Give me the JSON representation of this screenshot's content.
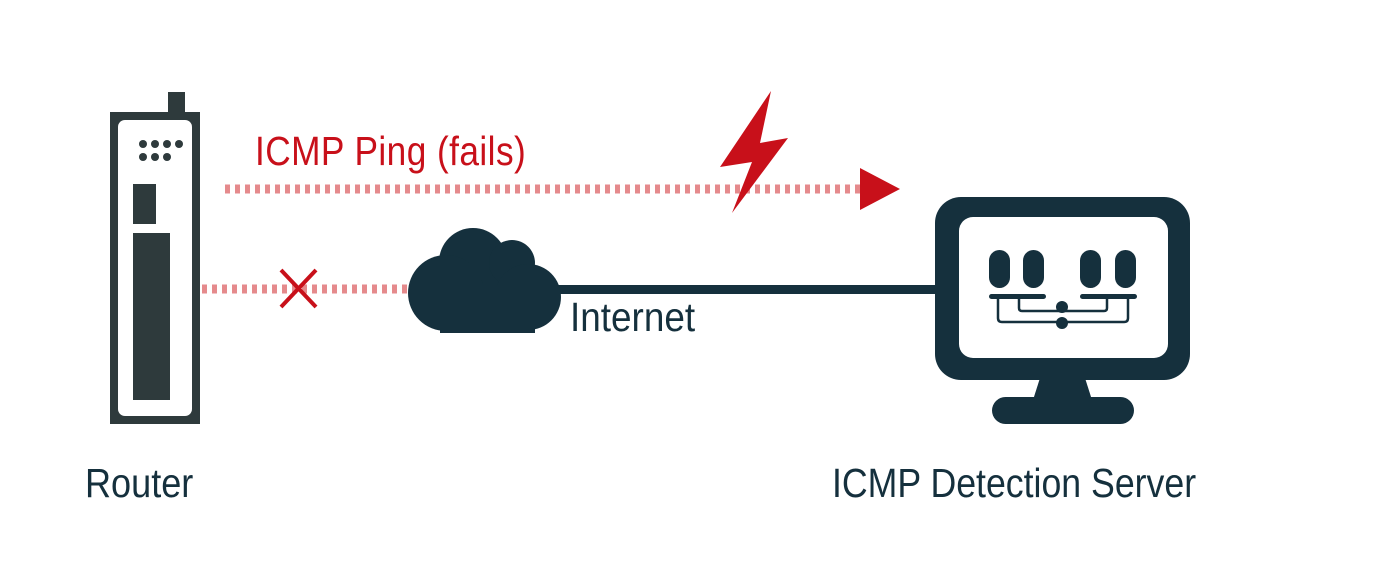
{
  "colors": {
    "dark": "#15303d",
    "router_dark": "#2e3a3c",
    "accent_red": "#c8101a",
    "dash_red": "#e58a8c",
    "background": "#ffffff"
  },
  "labels": {
    "ping": "ICMP Ping (fails)",
    "internet": "Internet",
    "router": "Router",
    "server": "ICMP Detection Server"
  },
  "icons": {
    "router": "router-icon",
    "cloud": "cloud-icon",
    "monitor": "monitor-icon",
    "lightning": "lightning-bolt-icon",
    "cross": "x-mark-icon",
    "arrow": "arrowhead-icon"
  }
}
